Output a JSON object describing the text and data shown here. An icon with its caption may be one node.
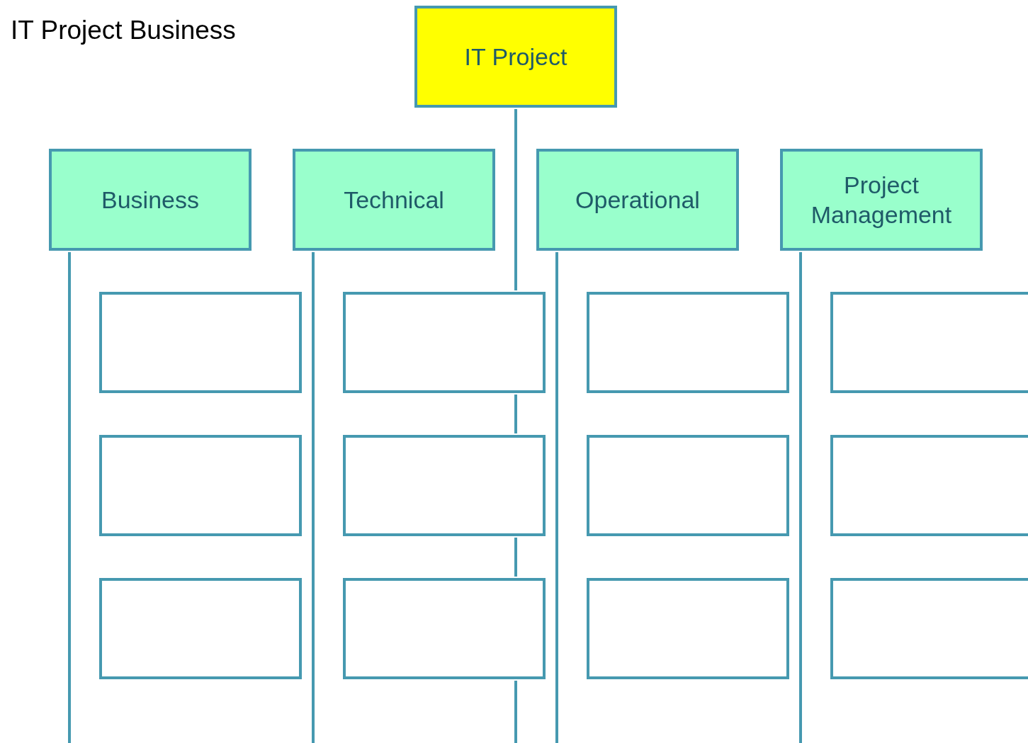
{
  "diagram": {
    "nodes": [
      {
        "text": [
          "IT Project"
        ]
      },
      {
        "text": [
          "Business"
        ]
      },
      {
        "text": [
          "Technical"
        ]
      },
      {
        "text": [
          "Operational"
        ]
      },
      {
        "text": [
          "Project Management"
        ]
      },
      {
        "text": [],
        "shape": "box"
      },
      {
        "text": [],
        "shape": "box"
      },
      {
        "text": [],
        "shape": "box"
      },
      {
        "text": [],
        "shape": "box"
      },
      {
        "text": [],
        "shape": "box"
      },
      {
        "text": [],
        "shape": "box"
      },
      {
        "text": [],
        "shape": "box"
      },
      {
        "text": [],
        "shape": "box"
      },
      {
        "text": [],
        "shape": "box"
      },
      {
        "text": [],
        "shape": "box"
      },
      {
        "text": [],
        "shape": "box"
      },
      {
        "text": [],
        "shape": "box"
      }
    ],
    "edges": [
      {
        "from": 0,
        "to": 6,
        "arrow": "none"
      },
      {
        "from": 6,
        "to": 10,
        "arrow": "none"
      },
      {
        "from": 10,
        "to": 14,
        "arrow": "none"
      },
      {
        "from": 14,
        "to": null,
        "arrow": "none"
      },
      {
        "from": 1,
        "to": null,
        "arrow": "none"
      },
      {
        "from": 2,
        "to": null,
        "arrow": "none"
      },
      {
        "from": 3,
        "to": null,
        "arrow": "none"
      },
      {
        "from": 4,
        "to": null,
        "arrow": "none"
      }
    ],
    "labels": [
      "IT Project",
      "Business"
    ]
  }
}
